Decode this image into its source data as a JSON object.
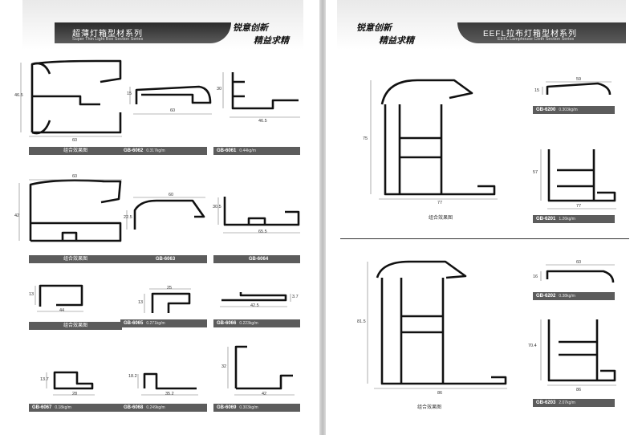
{
  "left_header": {
    "title_cn": "超薄灯箱型材系列",
    "title_en": "Super Thin Light Box Section Series",
    "slogan_line1": "锐意创新",
    "slogan_line2": "精益求精"
  },
  "right_header": {
    "title_cn": "EEFL拉布灯箱型材系列",
    "title_en": "EEFL Lamphouse Cloth Section Series",
    "slogan_line1": "锐意创新",
    "slogan_line2": "精益求精"
  },
  "left_sections": [
    {
      "code": "组合效果图",
      "weight": "",
      "dims": [
        "46.5",
        "60"
      ]
    },
    {
      "code": "GB-6062",
      "weight": "0.317kg/m",
      "dims": [
        "15",
        "60"
      ]
    },
    {
      "code": "GB-6061",
      "weight": "0.44kg/m",
      "dims": [
        "30",
        "46.5"
      ]
    },
    {
      "code": "组合效果图",
      "weight": "",
      "dims": [
        "60",
        "42"
      ]
    },
    {
      "code": "GB-6063",
      "weight": "",
      "dims": [
        "60",
        "22.5"
      ]
    },
    {
      "code": "GB-6064",
      "weight": "",
      "dims": [
        "30.5",
        "65.5"
      ]
    },
    {
      "code": "组合效果图",
      "weight": "",
      "dims": [
        "13",
        "44"
      ]
    },
    {
      "code": "GB-6065",
      "weight": "0.271kg/m",
      "dims": [
        "25",
        "13"
      ]
    },
    {
      "code": "GB-6066",
      "weight": "0.223kg/m",
      "dims": [
        "3.7",
        "42.5"
      ]
    },
    {
      "code": "GB-6067",
      "weight": "0.18kg/m",
      "dims": [
        "13.7",
        "28"
      ]
    },
    {
      "code": "GB-6068",
      "weight": "0.249kg/m",
      "dims": [
        "18.2",
        "35.2"
      ]
    },
    {
      "code": "GB-6069",
      "weight": "0.303kg/m",
      "dims": [
        "32",
        "42"
      ]
    }
  ],
  "right_sections": [
    {
      "code": "组合效果图",
      "weight": "",
      "dims": [
        "75",
        "77"
      ]
    },
    {
      "code": "GB-6200",
      "weight": "0.303kg/m",
      "dims": [
        "59",
        "15"
      ]
    },
    {
      "code": "GB-6201",
      "weight": "1.26kg/m",
      "dims": [
        "57",
        "77"
      ]
    },
    {
      "code": "组合效果图",
      "weight": "",
      "dims": [
        "81.5",
        "86"
      ]
    },
    {
      "code": "GB-6202",
      "weight": "0.38kg/m",
      "dims": [
        "60",
        "16"
      ]
    },
    {
      "code": "GB-6203",
      "weight": "2.07kg/m",
      "dims": [
        "70.4",
        "86"
      ]
    }
  ]
}
